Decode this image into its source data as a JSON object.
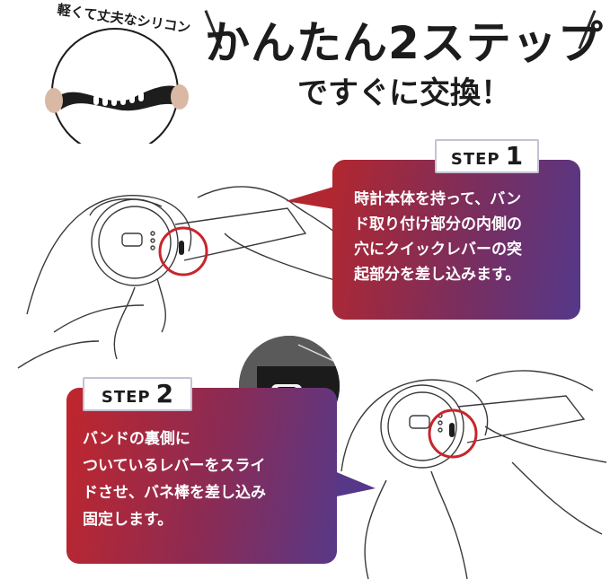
{
  "header": {
    "line1": "かんたん2ステップ",
    "line2": "ですぐに交換！"
  },
  "badge": {
    "label": "軽くて丈夫なシリコン"
  },
  "step1": {
    "word": "STEP",
    "number": "1",
    "lines": [
      "時計本体を持って、バン",
      "ド取り付け部分の内側の",
      "穴にクイックレバーの突",
      "起部分を差し込みます。"
    ]
  },
  "step2": {
    "word": "STEP",
    "number": "2",
    "lines": [
      "バンドの裏側に",
      "ついているレバーをスライ",
      "ドさせ、バネ棒を差し込み",
      "固定します。"
    ]
  },
  "colors": {
    "accent_red": "#c0262c",
    "accent_purple": "#54388a",
    "highlight_circle": "#c8252c",
    "text_dark": "#1c1c1c"
  },
  "icons": [
    "silicone-band-photo",
    "watch-hands-illustration",
    "zoom-detail-photo"
  ]
}
